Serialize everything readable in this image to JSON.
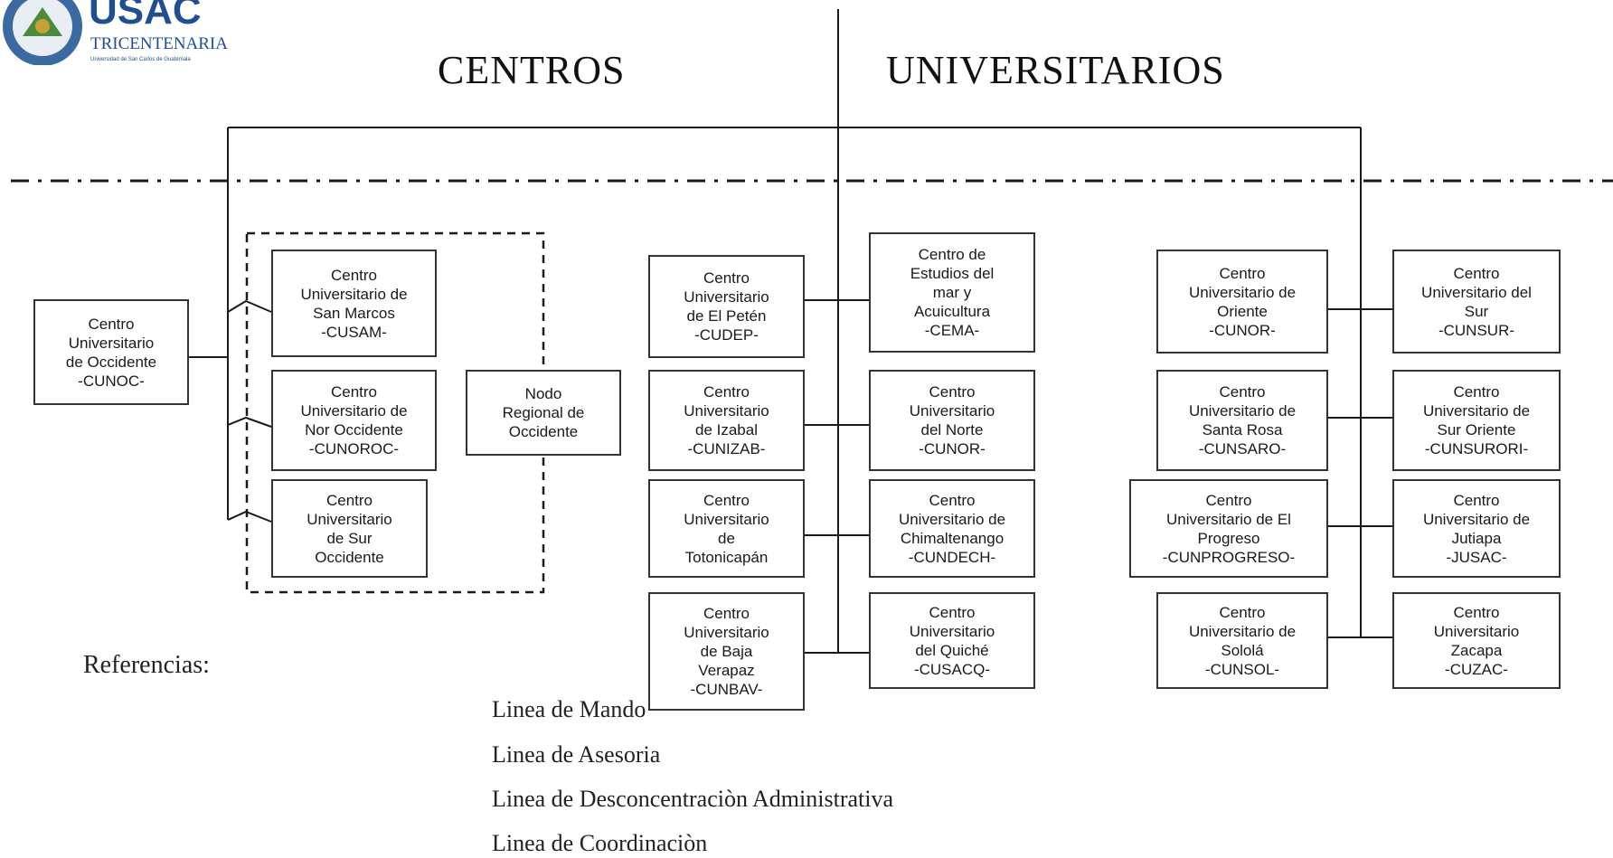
{
  "logo": {
    "name": "USAC",
    "tagline": "TRICENTENARIA",
    "fine_print": "Universidad de San Carlos de Guatemala",
    "colors": {
      "shield": "#3b6aa0",
      "text": "#1f4f8f"
    }
  },
  "header": {
    "left_title": "CENTROS",
    "right_title": "UNIVERSITARIOS"
  },
  "west": {
    "cunoc": "Centro\nUniversitario\nde Occidente\n-CUNOC-",
    "cusam": "Centro\nUniversitario de\nSan Marcos\n-CUSAM-",
    "cunoroc": "Centro\nUniversitario de\nNor Occidente\n-CUNOROC-",
    "sur_occidente": "Centro\nUniversitario\nde Sur\nOccidente",
    "nodo": "Nodo\nRegional de\nOccidente"
  },
  "center": {
    "cudep": "Centro\nUniversitario\nde El Petén\n-CUDEP-",
    "cunizab": "Centro\nUniversitario\nde Izabal\n-CUNIZAB-",
    "totonicapan": "Centro\nUniversitario\nde\nTotonicapán",
    "cunbav": "Centro\nUniversitario\nde  Baja\nVerapaz\n-CUNBAV-",
    "cema": "Centro de\nEstudios del\nmar y\nAcuicultura\n-CEMA-",
    "cunor_norte": "Centro\nUniversitario\ndel Norte\n-CUNOR-",
    "cundech": "Centro\nUniversitario de\nChimaltenango\n-CUNDECH-",
    "cusacq": "Centro\nUniversitario\ndel Quiché\n-CUSACQ-"
  },
  "east": {
    "cunor_oriente": "Centro\nUniversitario de\nOriente\n-CUNOR-",
    "cunsaro": "Centro\nUniversitario de\nSanta Rosa\n-CUNSARO-",
    "cunprogreso": "Centro\nUniversitario de El\nProgreso\n-CUNPROGRESO-",
    "cunsol": "Centro\nUniversitario de\nSololá\n-CUNSOL-",
    "cunsur": "Centro\nUniversitario del\nSur\n-CUNSUR-",
    "cunsurori": "Centro\nUniversitario de\nSur Oriente\n-CUNSURORI-",
    "jusac": "Centro\nUniversitario de\nJutiapa\n-JUSAC-",
    "cuzac": "Centro\nUniversitario\nZacapa\n-CUZAC-"
  },
  "references": {
    "heading": "Referencias:",
    "items": [
      "Linea de Mando",
      "Linea de Asesoria",
      "Linea de Desconcentraciòn Administrativa",
      "Linea de Coordinaciòn"
    ]
  },
  "colors": {
    "line": "#1a1a1a",
    "box_border": "#333333"
  }
}
